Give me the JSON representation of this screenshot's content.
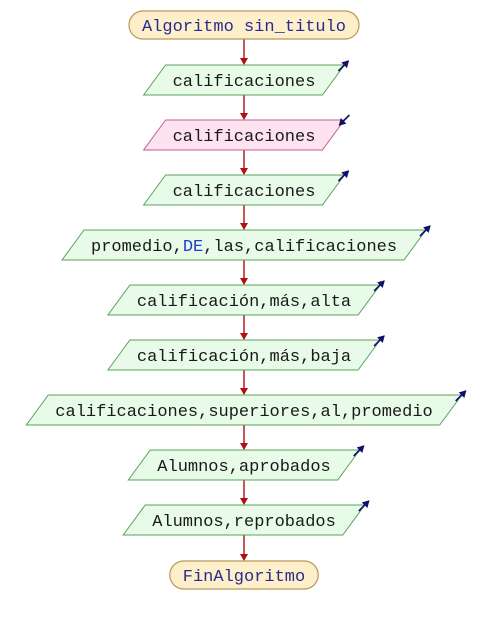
{
  "flowchart": {
    "start_label": "Algoritmo sin_titulo",
    "end_label": "FinAlgoritmo",
    "steps": [
      {
        "type": "output",
        "parts": [
          {
            "text": "calificaciones"
          }
        ]
      },
      {
        "type": "input",
        "parts": [
          {
            "text": "calificaciones"
          }
        ]
      },
      {
        "type": "output",
        "parts": [
          {
            "text": "calificaciones"
          }
        ]
      },
      {
        "type": "output",
        "parts": [
          {
            "text": "promedio,"
          },
          {
            "text": "DE",
            "keyword": true
          },
          {
            "text": ",las,calificaciones"
          }
        ]
      },
      {
        "type": "output",
        "parts": [
          {
            "text": "calificación,más,alta"
          }
        ]
      },
      {
        "type": "output",
        "parts": [
          {
            "text": "calificación,más,baja"
          }
        ]
      },
      {
        "type": "output",
        "parts": [
          {
            "text": "calificaciones,superiores,al,promedio"
          }
        ]
      },
      {
        "type": "output",
        "parts": [
          {
            "text": "Alumnos,aprobados"
          }
        ]
      },
      {
        "type": "output",
        "parts": [
          {
            "text": "Alumnos,reprobados"
          }
        ]
      }
    ]
  },
  "colors": {
    "terminal_fill": "#fcefc9",
    "terminal_stroke": "#b8965a",
    "terminal_text": "#2b2b8f",
    "output_fill": "#e8fae8",
    "output_stroke": "#5aa35a",
    "input_fill": "#fde3f0",
    "input_stroke": "#c06090",
    "text": "#1a1a1a",
    "keyword": "#2040c0",
    "connector": "#b01010",
    "io_arrow": "#10106a"
  }
}
